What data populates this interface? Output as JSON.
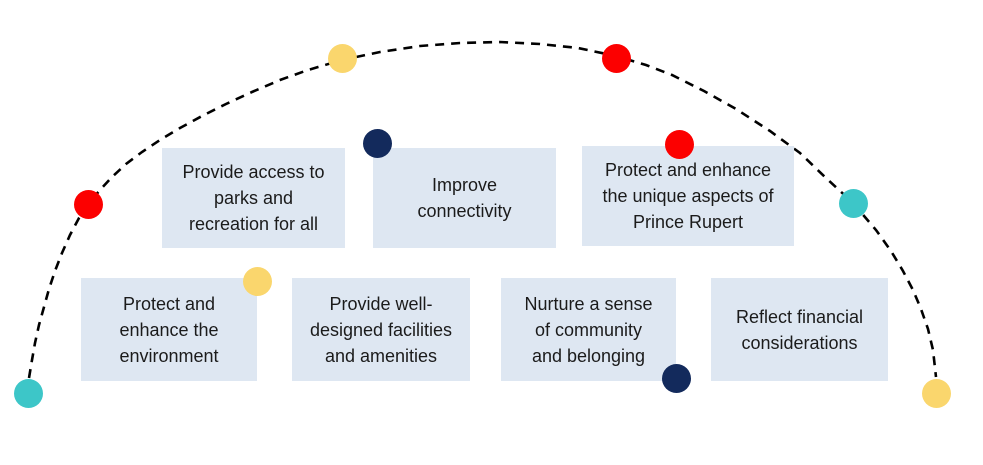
{
  "colors": {
    "red": "#FC0000",
    "yellow": "#FAD66D",
    "teal": "#3DC6C8",
    "navy": "#132A5C",
    "box_fill": "#DEE7F2",
    "text": "#1B1B1B",
    "arc": "#000000"
  },
  "boxes": [
    {
      "label": "Provide access to\nparks and\nrecreation for all"
    },
    {
      "label": "Improve\nconnectivity"
    },
    {
      "label": "Protect and enhance\nthe unique aspects of\nPrince Rupert"
    },
    {
      "label": "Protect and\nenhance the\nenvironment"
    },
    {
      "label": "Provide well-\ndesigned facilities\nand amenities"
    },
    {
      "label": "Nurture a sense\nof community\nand belonging"
    },
    {
      "label": "Reflect financial\nconsiderations"
    }
  ],
  "dots": [
    {
      "name": "teal-dot-arc-bottom-left",
      "color": "teal"
    },
    {
      "name": "red-dot-arc-left",
      "color": "red"
    },
    {
      "name": "yellow-dot-arc-top-left",
      "color": "yellow"
    },
    {
      "name": "navy-dot-improve-connectivity",
      "color": "navy"
    },
    {
      "name": "red-dot-arc-top-right",
      "color": "red"
    },
    {
      "name": "red-dot-prince-rupert",
      "color": "red"
    },
    {
      "name": "teal-dot-arc-right",
      "color": "teal"
    },
    {
      "name": "yellow-dot-arc-bottom-right",
      "color": "yellow"
    },
    {
      "name": "yellow-dot-environment",
      "color": "yellow"
    },
    {
      "name": "navy-dot-belonging",
      "color": "navy"
    }
  ]
}
